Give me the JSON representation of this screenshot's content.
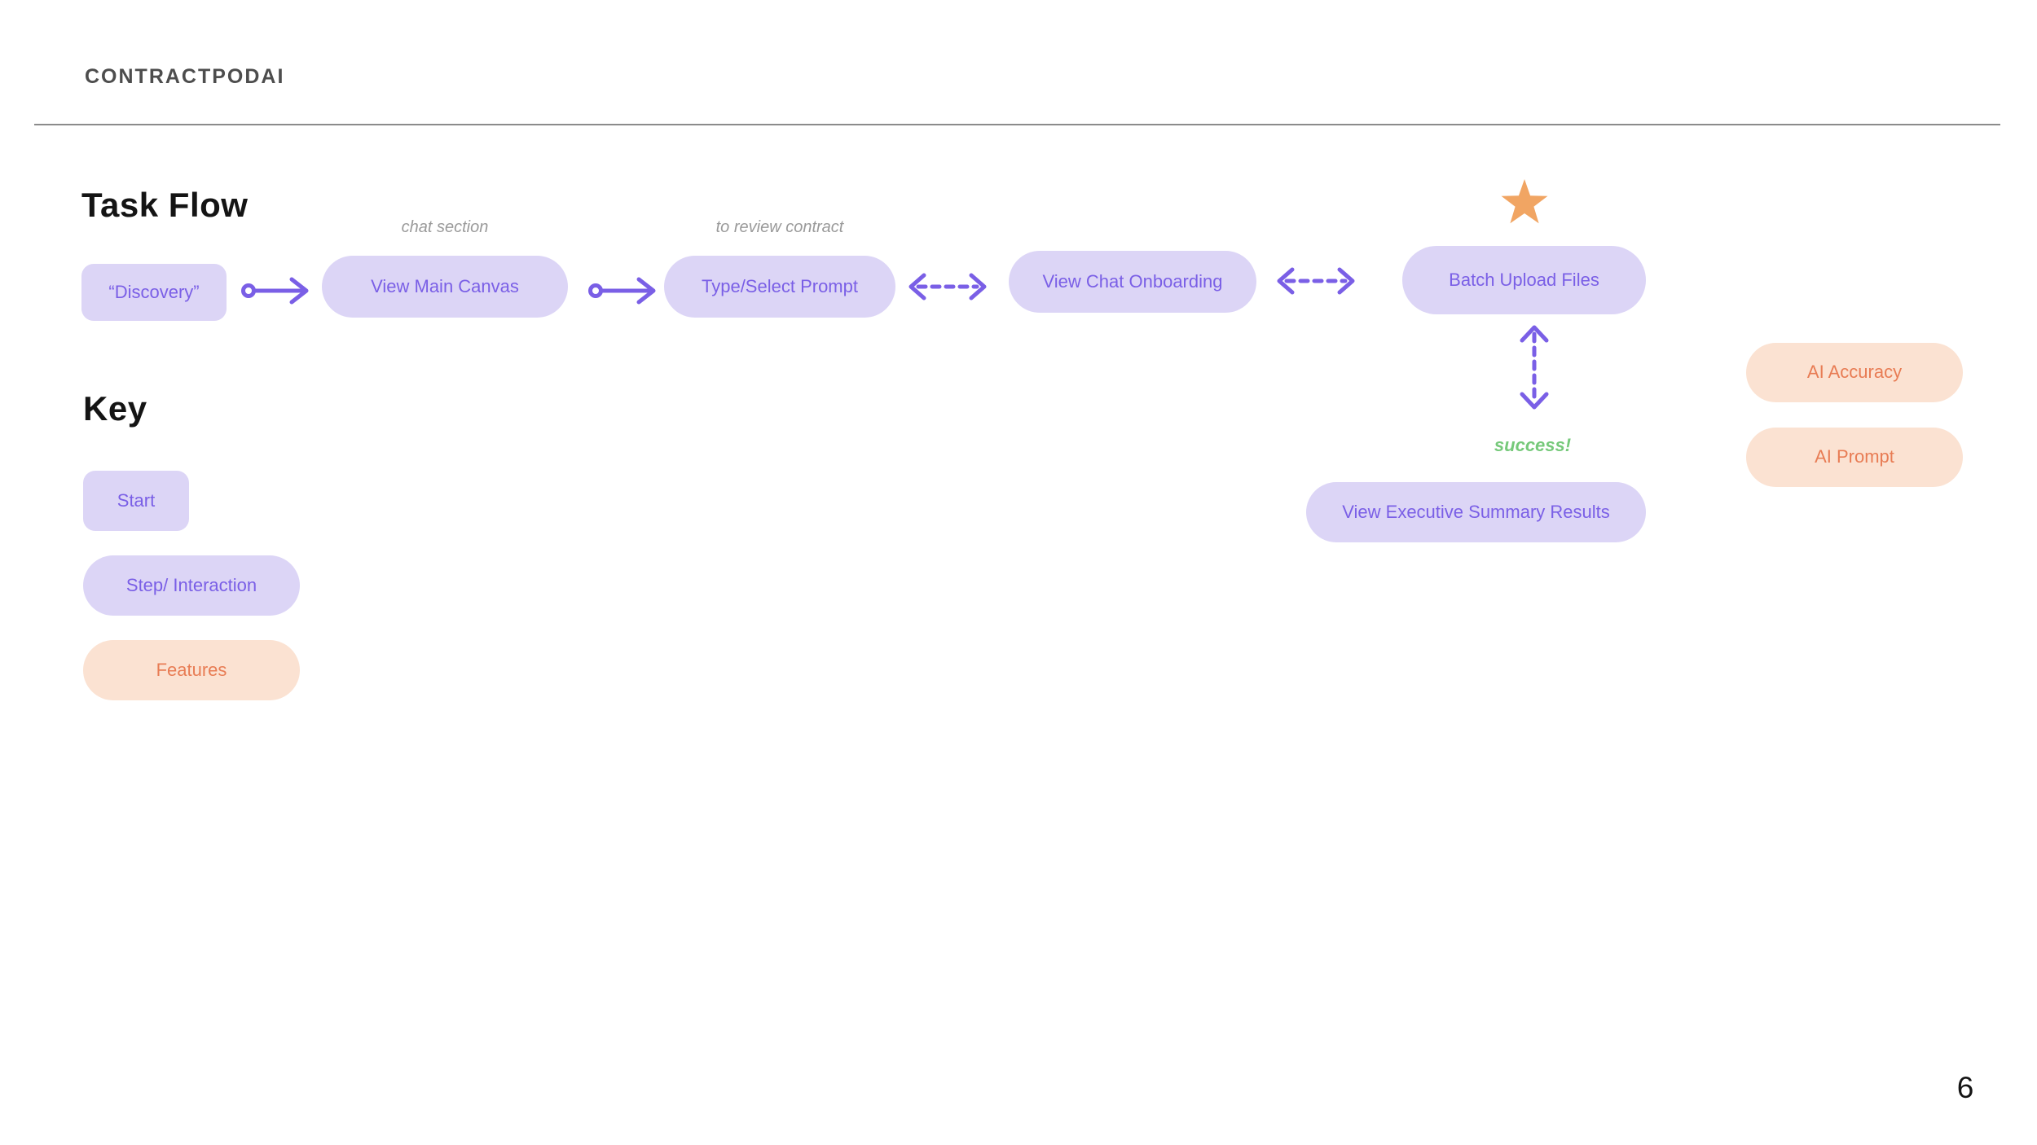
{
  "header": {
    "brand": "CONTRACTPODAI"
  },
  "task_flow": {
    "title": "Task Flow",
    "nodes": {
      "discovery": "“Discovery”",
      "view_main_canvas": "View Main Canvas",
      "type_select_prompt": "Type/Select Prompt",
      "view_chat_onboarding": "View Chat Onboarding",
      "batch_upload_files": "Batch Upload Files",
      "view_executive_summary": "View Executive Summary Results"
    },
    "annotations": {
      "chat_section": "chat section",
      "to_review_contract": "to review contract",
      "success": "success!"
    },
    "edges": [
      {
        "from": "discovery",
        "to": "view_main_canvas",
        "style": "solid-arrow"
      },
      {
        "from": "view_main_canvas",
        "to": "type_select_prompt",
        "style": "solid-arrow"
      },
      {
        "from": "type_select_prompt",
        "to": "view_chat_onboarding",
        "style": "dashed-double-arrow"
      },
      {
        "from": "view_chat_onboarding",
        "to": "batch_upload_files",
        "style": "dashed-double-arrow"
      },
      {
        "from": "batch_upload_files",
        "to": "view_executive_summary",
        "style": "dashed-double-arrow-vertical"
      }
    ],
    "starred_node": "batch_upload_files"
  },
  "key": {
    "title": "Key",
    "items": {
      "start": "Start",
      "step_interaction": "Step/ Interaction",
      "features": "Features"
    }
  },
  "feature_badges": {
    "ai_accuracy": "AI Accuracy",
    "ai_prompt": "AI Prompt"
  },
  "footer": {
    "page_number": "6"
  },
  "colors": {
    "lavender_fill": "#dcd5f6",
    "purple_accent": "#7a5fe6",
    "peach_fill": "#fbe2d2",
    "orange_accent": "#e87c54",
    "star_orange": "#f1a563",
    "success_green": "#76c97a",
    "header_gray": "#4d4d4d",
    "annotation_gray": "#9a9a9a"
  }
}
